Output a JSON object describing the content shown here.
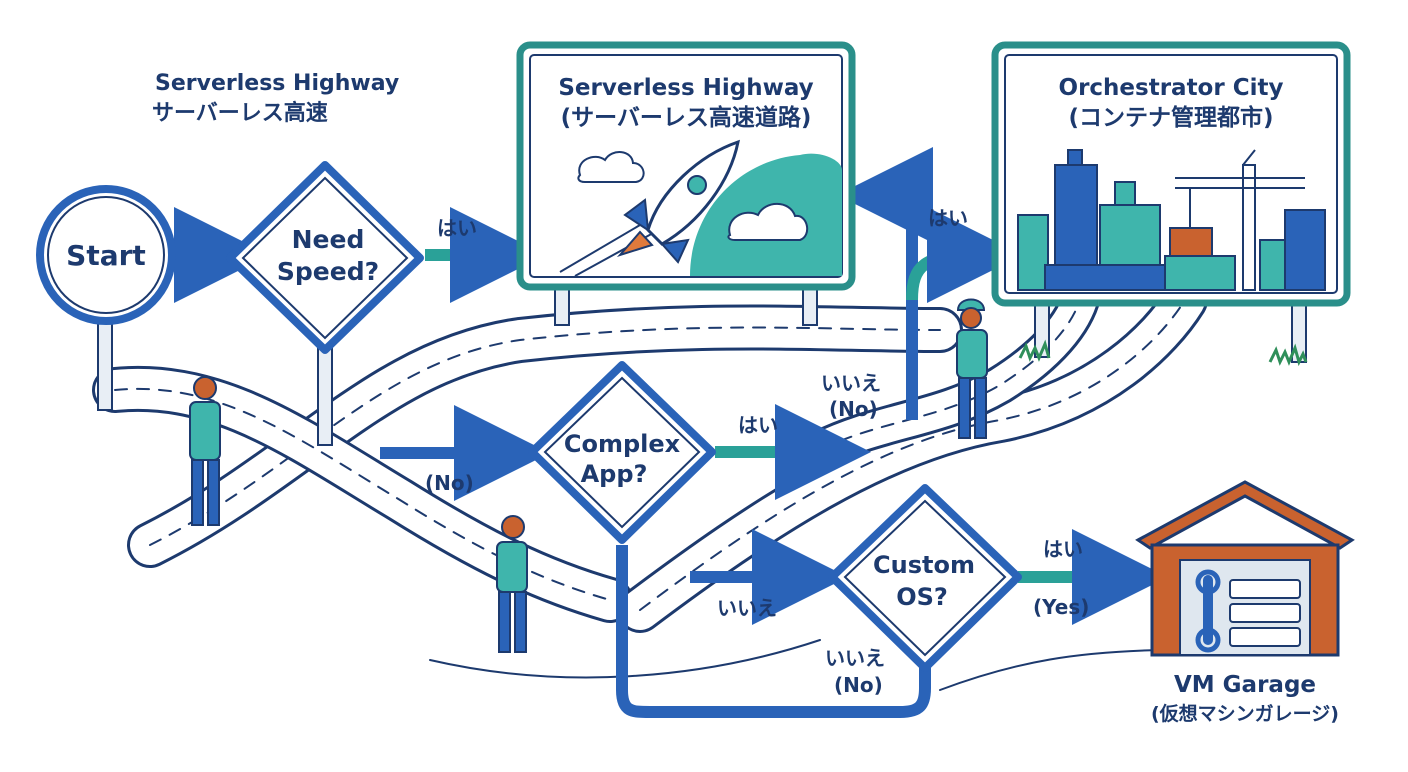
{
  "colors": {
    "navy": "#1d3a6e",
    "blue": "#2a63b8",
    "teal": "#2aa198",
    "teal_light": "#3fb5ac",
    "orange": "#c9622f",
    "road": "#ffffff",
    "grass": "#2f8f5a"
  },
  "corner_label": {
    "line1": "Serverless Highway",
    "line2": "サーバーレス高速"
  },
  "start": {
    "label": "Start"
  },
  "q_speed": {
    "line1": "Need",
    "line2": "Speed?"
  },
  "q_complex": {
    "line1": "Complex",
    "line2": "App?"
  },
  "q_custom": {
    "line1": "Custom",
    "line2": "OS?"
  },
  "billboard_serverless": {
    "line1": "Serverless Highway",
    "line2": "(サーバーレス高速道路)",
    "icons": [
      "rocket-icon",
      "cloud-icon"
    ]
  },
  "billboard_orchestrator": {
    "line1": "Orchestrator City",
    "line2": "(コンテナ管理都市)",
    "icons": [
      "city-skyline-icon",
      "crane-icon"
    ]
  },
  "garage": {
    "line1": "VM Garage",
    "line2": "(仮想マシンガレージ)",
    "icons": [
      "wrench-icon",
      "server-rack-icon"
    ]
  },
  "edges": {
    "speed_yes": "はい",
    "speed_no": "(No)",
    "complex_yes": "はい",
    "complex_no_1": "いいえ",
    "complex_no_2": "(No)",
    "complex_no_bottom": "いいえ",
    "orchestrator_yes": "はい",
    "custom_yes_1": "はい",
    "custom_yes_2": "(Yes)",
    "custom_no_1": "いいえ",
    "custom_no_2": "(No)"
  }
}
